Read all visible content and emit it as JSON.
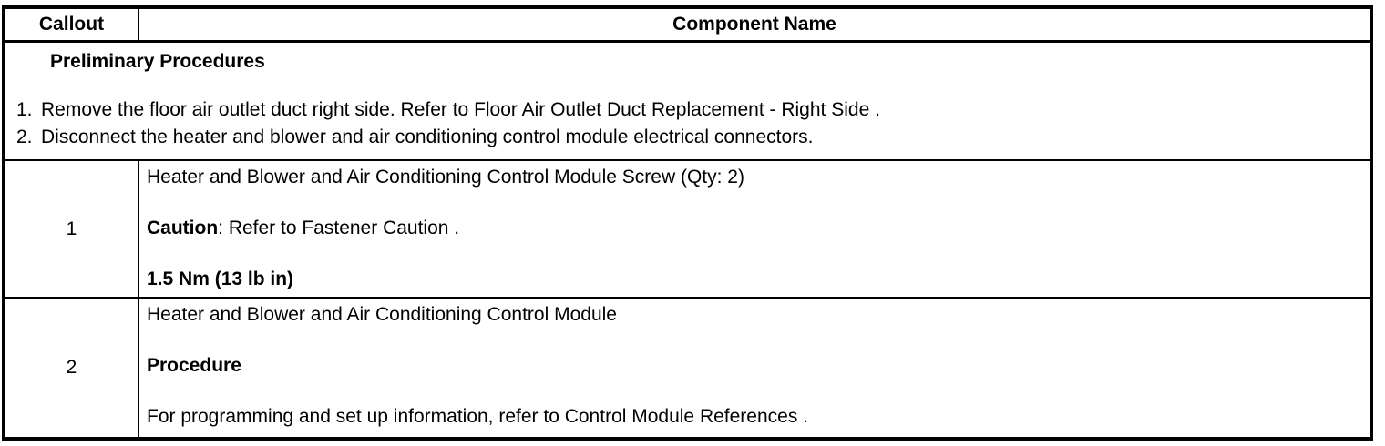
{
  "colors": {
    "border": "#000000",
    "text": "#000000",
    "background": "#ffffff"
  },
  "header": {
    "callout_label": "Callout",
    "component_label": "Component Name"
  },
  "preliminary": {
    "title": "Preliminary Procedures",
    "steps": [
      {
        "num": "1.",
        "text": "Remove the floor air outlet duct right side. Refer to Floor Air Outlet Duct Replacement - Right Side ."
      },
      {
        "num": "2.",
        "text": "Disconnect the heater and blower and air conditioning control module electrical connectors."
      }
    ]
  },
  "rows": [
    {
      "callout": "1",
      "lines": [
        {
          "bold": "",
          "regular": "Heater and Blower and Air Conditioning Control Module Screw (Qty: 2)"
        },
        {
          "bold": "Caution",
          "regular": ": Refer to Fastener Caution ."
        },
        {
          "bold": "1.5 Nm (13 lb in)",
          "regular": ""
        }
      ]
    },
    {
      "callout": "2",
      "lines": [
        {
          "bold": "",
          "regular": "Heater and Blower and Air Conditioning Control Module"
        },
        {
          "bold": "Procedure",
          "regular": ""
        },
        {
          "bold": "",
          "regular": "For programming and set up information, refer to Control Module References ."
        }
      ]
    }
  ]
}
